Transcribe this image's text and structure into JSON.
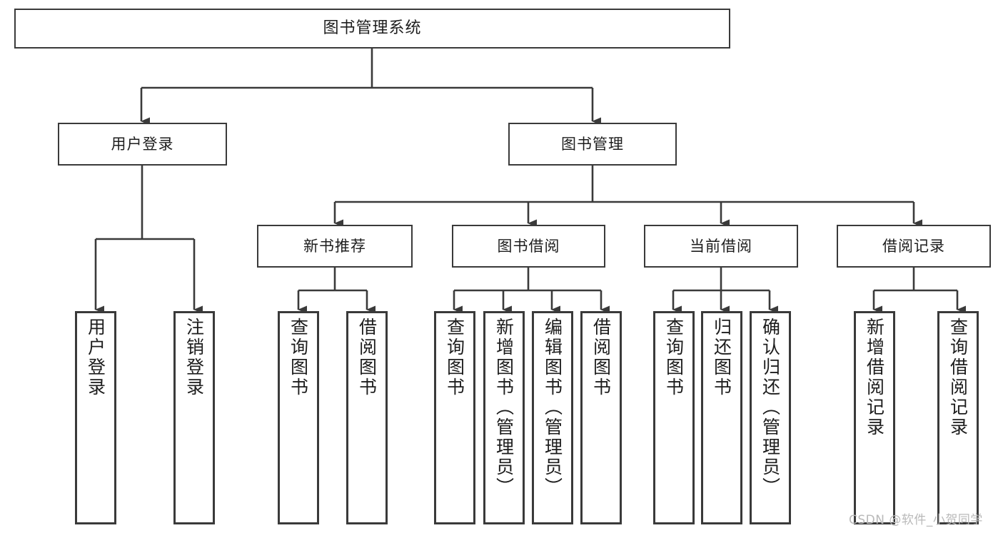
{
  "diagram": {
    "title": "图书管理系统",
    "type": "tree-hierarchy-chart",
    "root": {
      "id": "root",
      "label": "图书管理系统"
    },
    "level2": [
      {
        "id": "user-login",
        "label": "用户登录"
      },
      {
        "id": "book-management",
        "label": "图书管理"
      }
    ],
    "level3": [
      {
        "id": "new-book-recommend",
        "label": "新书推荐"
      },
      {
        "id": "book-borrow",
        "label": "图书借阅"
      },
      {
        "id": "current-borrow",
        "label": "当前借阅"
      },
      {
        "id": "borrow-record",
        "label": "借阅记录"
      }
    ],
    "leaves": {
      "user_login": [
        {
          "id": "leaf-user-login",
          "label": "用户登录"
        },
        {
          "id": "leaf-logout-login",
          "label": "注销登录"
        }
      ],
      "new_book_recommend": [
        {
          "id": "leaf-query-book-1",
          "label": "查询图书"
        },
        {
          "id": "leaf-borrow-book-1",
          "label": "借阅图书"
        }
      ],
      "book_borrow": [
        {
          "id": "leaf-query-book-2",
          "label": "查询图书"
        },
        {
          "id": "leaf-add-book",
          "label": "新增图书（管理员）"
        },
        {
          "id": "leaf-edit-book",
          "label": "编辑图书（管理员）"
        },
        {
          "id": "leaf-borrow-book-2",
          "label": "借阅图书"
        }
      ],
      "current_borrow": [
        {
          "id": "leaf-query-book-3",
          "label": "查询图书"
        },
        {
          "id": "leaf-return-book",
          "label": "归还图书"
        },
        {
          "id": "leaf-confirm-return",
          "label": "确认归还（管理员）"
        }
      ],
      "borrow_record": [
        {
          "id": "leaf-add-record",
          "label": "新增借阅记录"
        },
        {
          "id": "leaf-query-record",
          "label": "查询借阅记录"
        }
      ]
    }
  },
  "watermark": {
    "text": "CSDN @软件_小贺同学"
  },
  "colors": {
    "border": "#3a3a3a",
    "text": "#1d1d1d",
    "background": "#ffffff",
    "watermark": "#b9b9b9"
  }
}
